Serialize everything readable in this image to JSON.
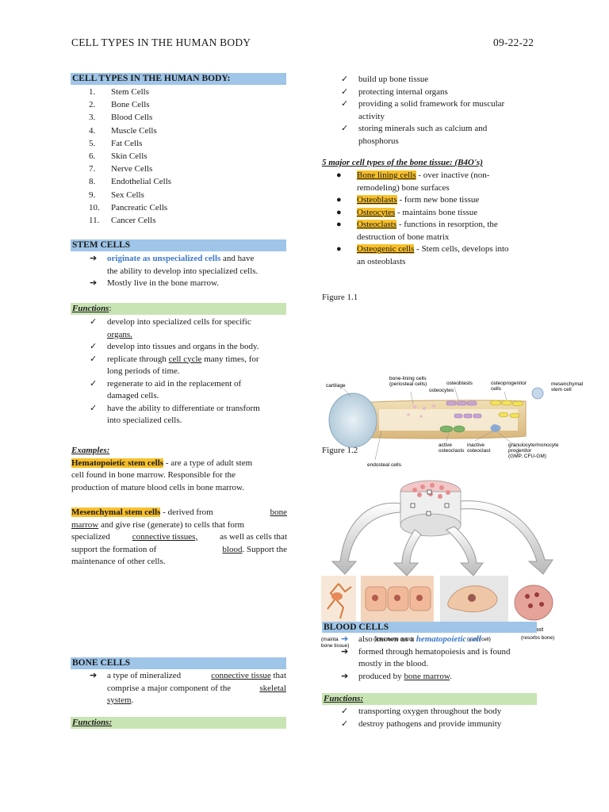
{
  "header": {
    "title": "CELL TYPES IN THE HUMAN BODY",
    "date": "09-22-22"
  },
  "left": {
    "types_heading": "CELL TYPES IN THE HUMAN BODY:",
    "types": [
      {
        "n": "1.",
        "label": "Stem Cells"
      },
      {
        "n": "2.",
        "label": "Bone Cells"
      },
      {
        "n": "3.",
        "label": "Blood Cells"
      },
      {
        "n": "4.",
        "label": "Muscle Cells"
      },
      {
        "n": "5.",
        "label": "Fat Cells"
      },
      {
        "n": "6.",
        "label": "Skin Cells"
      },
      {
        "n": "7.",
        "label": "Nerve Cells"
      },
      {
        "n": "8.",
        "label": "Endothelial Cells"
      },
      {
        "n": "9.",
        "label": "Sex Cells"
      },
      {
        "n": "10.",
        "label": "Pancreatic Cells"
      },
      {
        "n": "11.",
        "label": "Cancer Cells"
      }
    ],
    "stem_heading": "STEM CELLS",
    "stem_b1_highlight": "originate as unspecialized cells",
    "stem_b1_rest_a": " and have",
    "stem_b1_rest_b": "the ability to develop into specialized cells.",
    "stem_b2": "Mostly live in the bone marrow.",
    "functions_heading": "Functions",
    "functions_colon": ":",
    "functions": [
      [
        "develop into specialized cells for specific",
        "organs."
      ],
      [
        "develop into tissues and organs in the body."
      ],
      [
        "replicate through ",
        "cell cycle",
        " many times, for",
        "long periods of time."
      ],
      [
        "regenerate to aid in the replacement of",
        "damaged cells."
      ],
      [
        "have the ability to differentiate or transform",
        "into specialized cells."
      ]
    ],
    "examples_heading": "Examples:",
    "hsc_term": "Hematopoietic stem cells",
    "hsc_text_a": " - are a type of adult stem",
    "hsc_text_b": "cell found in bone marrow. Responsible for the",
    "hsc_text_c": "production of mature blood cells in bone marrow.",
    "msc_term": "Mesenchymal stem cells",
    "msc_l1": " - derived from ",
    "msc_l1_u": "bone",
    "msc_l2_u": "marrow",
    "msc_l2": " and give rise (generate) to cells that form",
    "msc_l3a": "specialized ",
    "msc_l3_u": "connective tissues,",
    "msc_l3b": " as well as cells that",
    "msc_l4a": "support the formation of ",
    "msc_l4_u": "blood",
    "msc_l4b": ". Support the",
    "msc_l5": "maintenance of other cells.",
    "bone_heading": "BONE CELLS",
    "bone_b1a": "a type of mineralized ",
    "bone_b1_u": "connective tissue",
    "bone_b1b": " that",
    "bone_b2a": "comprise a major component of the ",
    "bone_b2_u": "skeletal",
    "bone_b3_u": "system",
    "bone_b3b": ".",
    "bone_functions_heading": "Functions:"
  },
  "right": {
    "bone_funcs": [
      [
        "build up bone tissue"
      ],
      [
        "protecting internal organs"
      ],
      [
        "providing a solid framework for muscular",
        "activity"
      ],
      [
        "storing minerals such as calcium and",
        "phosphorus"
      ]
    ],
    "major_heading": "5 major cell types of the bone tissue: (B4O's)",
    "major": [
      {
        "term": "Bone lining cells",
        "text": " - over inactive (non-",
        "text2": "remodeling) bone surfaces"
      },
      {
        "term": "Osteoblasts",
        "text": " - form new bone tissue",
        "text2": ""
      },
      {
        "term": "Osteocytes",
        "text": " - maintains bone tissue",
        "text2": ""
      },
      {
        "term": "Osteoclasts",
        "text": " - functions in resorption, the",
        "text2": "destruction of bone matrix"
      },
      {
        "term": "Osteogenic cells",
        "text": " - Stem cells, develops into",
        "text2": "an osteoblasts"
      }
    ],
    "fig1_label": "Figure 1.1",
    "fig2_label": "Figure 1.2",
    "fig1_text": {
      "cartilage": "cartilage",
      "bone_lining": "bone-lining cells",
      "periosteal": "(periosteal cells)",
      "osteocytes": "osteocytes",
      "osteoblasts": "osteoblasts",
      "osteoprogenitor": "osteoprogenitor",
      "cells": "cells",
      "mesenchymal": "mesenchymal",
      "stem_cell": "stem cell",
      "active": "active",
      "osteoclasts": "osteoclasts",
      "inactive": "inactive",
      "osteoclast": "osteoclast",
      "granulocyte": "granulocyte/monocyte",
      "progenitor": "progenitor",
      "gmp": "(GMP, CFU-GM)",
      "endosteal": "endosteal cells"
    },
    "fig2_text": {
      "maint": "(mainta",
      "bone_tissue": "bone tissue)",
      "ls": "(lines bone matrix",
      "stem": "(stem cell)",
      "oclast": "oclast",
      "resorbs": "(resorbs bone)"
    },
    "blood_heading": "BLOOD CELLS",
    "blood_b1a": "also known as a ",
    "blood_b1_hl": "hematopoietic cell",
    "blood_b2a": "formed through hematopoiesis and is found",
    "blood_b2b": "mostly in the blood.",
    "blood_b3a": "produced by ",
    "blood_b3_u": "bone marrow",
    "blood_b3b": ".",
    "blood_functions_heading": "Functions:",
    "blood_funcs": [
      "transporting oxygen throughout the body",
      "destroy pathogens and provide immunity"
    ]
  },
  "colors": {
    "blue_bar": "#9fc5e8",
    "green_bar": "#c9e4b4",
    "highlight": "#f8c02a",
    "blue_text": "#3d78c6"
  }
}
